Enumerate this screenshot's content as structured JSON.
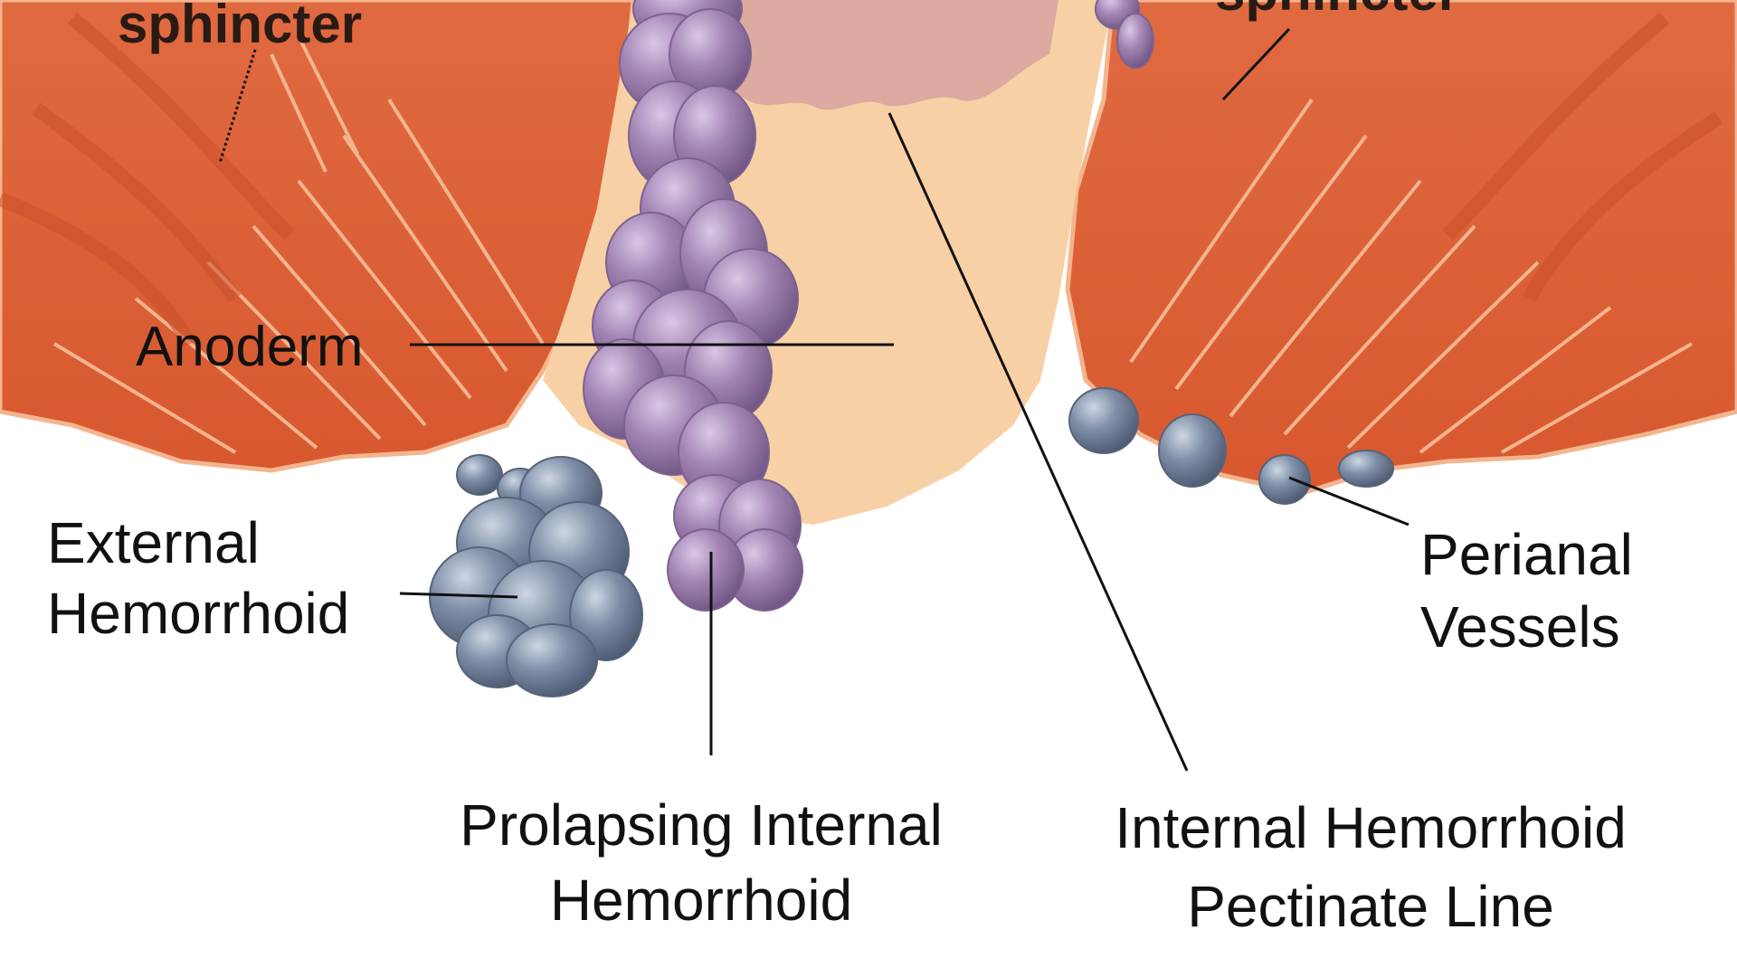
{
  "figure": {
    "labels": {
      "sphincter_left": "sphincter",
      "sphincter_right": "sphincter",
      "anoderm": "Anoderm",
      "external_line1": "External",
      "external_line2": "Hemorrhoid",
      "perianal_line1": "Perianal",
      "perianal_line2": "Vessels",
      "prolapsing_line1": "Prolapsing Internal",
      "prolapsing_line2": "Hemorrhoid",
      "internal_line1": "Internal Hemorrhoid",
      "internal_line2": "Pectinate Line"
    },
    "colors": {
      "muscle": "#e2683f",
      "muscle_dark": "#c8502c",
      "muscle_fiber": "#f4b58e",
      "canal": "#f8d0a6",
      "mucosa": "#dcaaa0",
      "internal_hemorrhoid": "#a486b5",
      "external_hemorrhoid": "#7f8fa7",
      "perianal_vessel": "#7b8ea8",
      "leader_line": "#111111"
    }
  }
}
